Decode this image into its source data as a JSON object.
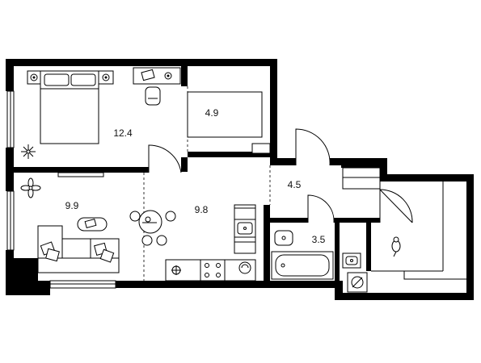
{
  "plan": {
    "rooms": [
      {
        "id": "bedroom",
        "area": "12.4"
      },
      {
        "id": "wardrobe",
        "area": "4.9"
      },
      {
        "id": "living-room",
        "area": "9.9"
      },
      {
        "id": "kitchen",
        "area": "9.8"
      },
      {
        "id": "hallway",
        "area": "4.5"
      },
      {
        "id": "bathroom",
        "area": "3.5"
      }
    ],
    "icons": [
      "bed-icon",
      "desk-icon",
      "chair-icon",
      "plant-icon",
      "sofa-icon",
      "dining-table-icon",
      "stove-icon",
      "sink-icon",
      "washing-machine-icon",
      "toilet-icon",
      "bathtub-icon",
      "mouse-icon",
      "vent-icon"
    ]
  }
}
